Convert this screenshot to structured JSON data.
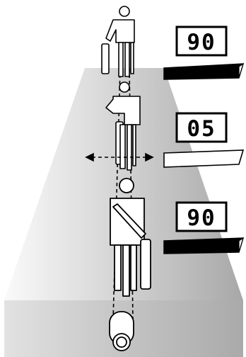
{
  "readouts": [
    {
      "value": "90",
      "bar_fill": "filled"
    },
    {
      "value": "05",
      "bar_fill": "empty"
    },
    {
      "value": "90",
      "bar_fill": "filled"
    }
  ],
  "colors": {
    "background": "#ffffff",
    "ground_light": "#f0f0f0",
    "ground_dark": "#a9a9a9",
    "ground_front": "#bdbdbd",
    "ink": "#000000"
  },
  "icons": [
    "operator-figure",
    "locator-receiver",
    "cable-pipe",
    "signal-strength-bar",
    "sweep-arrow"
  ]
}
